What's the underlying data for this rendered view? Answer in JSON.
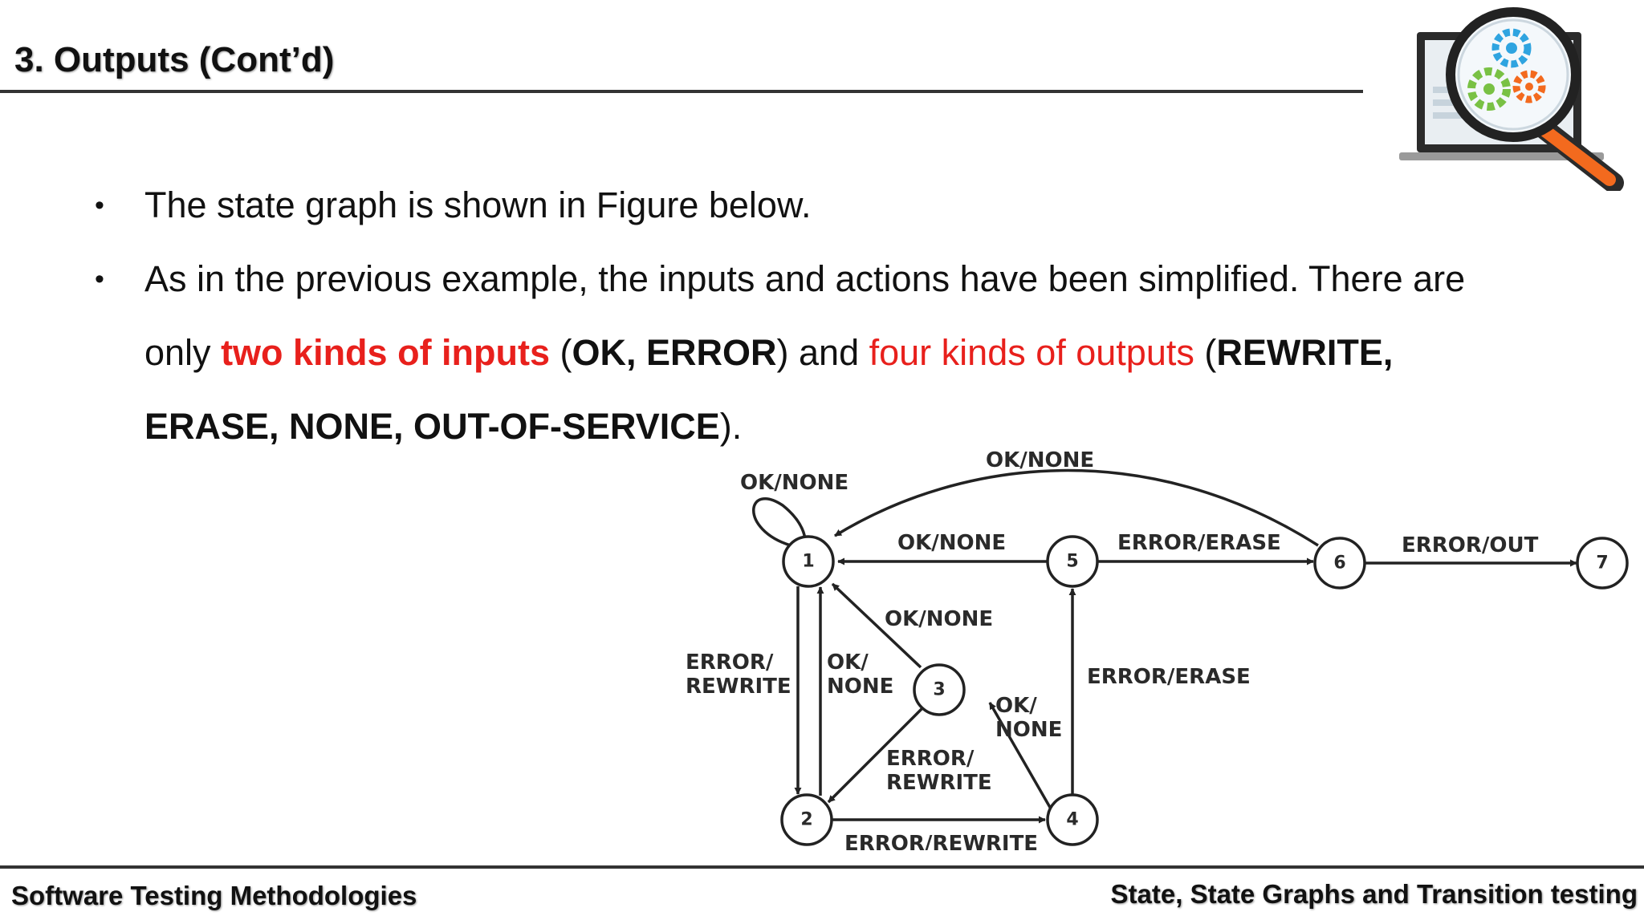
{
  "slide": {
    "title": "3. Outputs (Cont’d)",
    "bullet_char": "•",
    "bullet1": "The state graph is shown in Figure below.",
    "bullet2": {
      "t1": " As in the previous example, the inputs and actions have been simplified. There are only ",
      "t2": "two kinds of inputs",
      "t3": " (",
      "t4": "OK, ERROR",
      "t5": ") and ",
      "t6": "four kinds of outputs",
      "t7": " (",
      "t8": "REWRITE, ERASE, NONE, OUT-OF-SERVICE",
      "t9": ")."
    }
  },
  "diagram": {
    "states": [
      "1",
      "2",
      "3",
      "4",
      "5",
      "6",
      "7"
    ],
    "labels": {
      "self_1": "OK/NONE",
      "six_to_one": "OK/NONE",
      "five_to_one": "OK/NONE",
      "five_to_six": "ERROR/ERASE",
      "six_to_seven": "ERROR/OUT",
      "three_to_one": "OK/NONE",
      "one_to_two_a": "ERROR/",
      "one_to_two_b": "REWRITE",
      "two_to_one_a": "OK/",
      "two_to_one_b": "NONE",
      "four_to_five": "ERROR/ERASE",
      "four_to_three_a": "OK/",
      "four_to_three_b": "NONE",
      "three_to_two_a": "ERROR/",
      "three_to_two_b": "REWRITE",
      "two_to_four": "ERROR/REWRITE"
    }
  },
  "footer": {
    "left": "Software Testing Methodologies",
    "right": "State, State Graphs and Transition testing"
  },
  "colors": {
    "accent_red": "#e8201c",
    "rule": "#333333"
  },
  "icons": {
    "logo": "laptop-magnifier-gears-icon"
  }
}
